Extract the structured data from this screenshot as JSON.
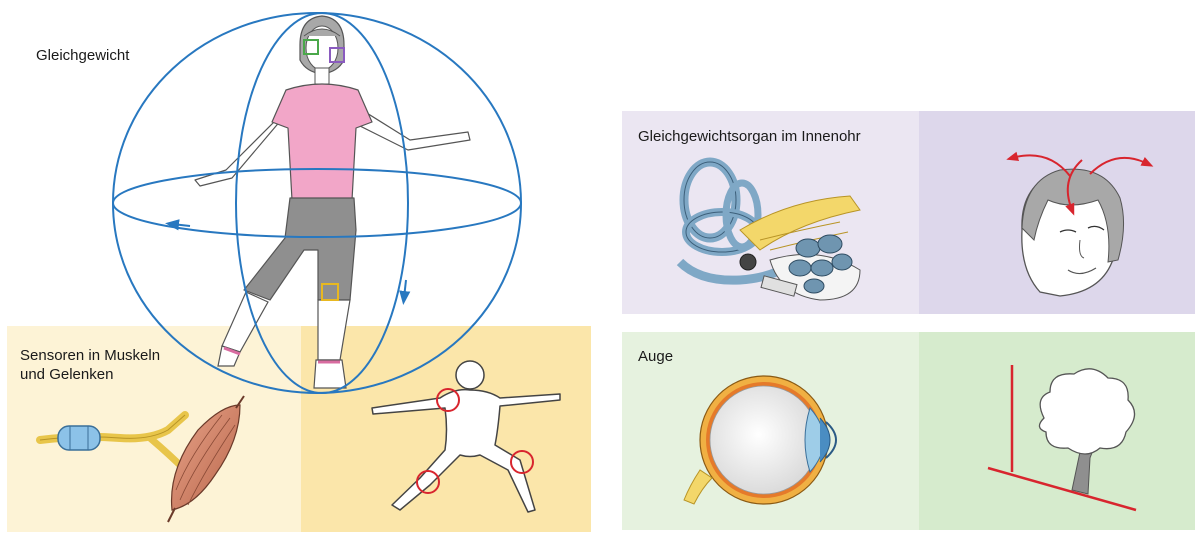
{
  "labels": {
    "balance": "Gleichgewicht",
    "sensors_line1": "Sensoren in Muskeln",
    "sensors_line2": "und Gelenken",
    "inner_ear": "Gleichgewichtsorgan im Innenohr",
    "eye": "Auge"
  },
  "colors": {
    "sphere_blue": "#2878c0",
    "panel_purple_left": "#ebe6f2",
    "panel_purple_right": "#ddd7eb",
    "panel_green_left": "#e6f2df",
    "panel_green_right": "#d6ebcd",
    "panel_yellow_left": "#fdf3d6",
    "panel_yellow_right": "#fbe6aa",
    "marker_red": "#d8252e",
    "marker_green": "#4aa84a",
    "marker_purple": "#8a5bbf",
    "marker_yellow": "#e8b820",
    "shirt_pink": "#f2a6c8",
    "pants_grey": "#8f8f8f"
  },
  "icons": {
    "person": "standing-woman-on-one-leg",
    "sphere": "balance-sphere",
    "nerve_receptor": "muscle-spindle-nerve",
    "yoga_figure": "warrior-pose-figure",
    "inner_ear": "inner-ear-labyrinth",
    "head": "head-rotation",
    "eyeball": "eyeball-cross-section",
    "tree": "tilted-tree-with-vertical"
  }
}
